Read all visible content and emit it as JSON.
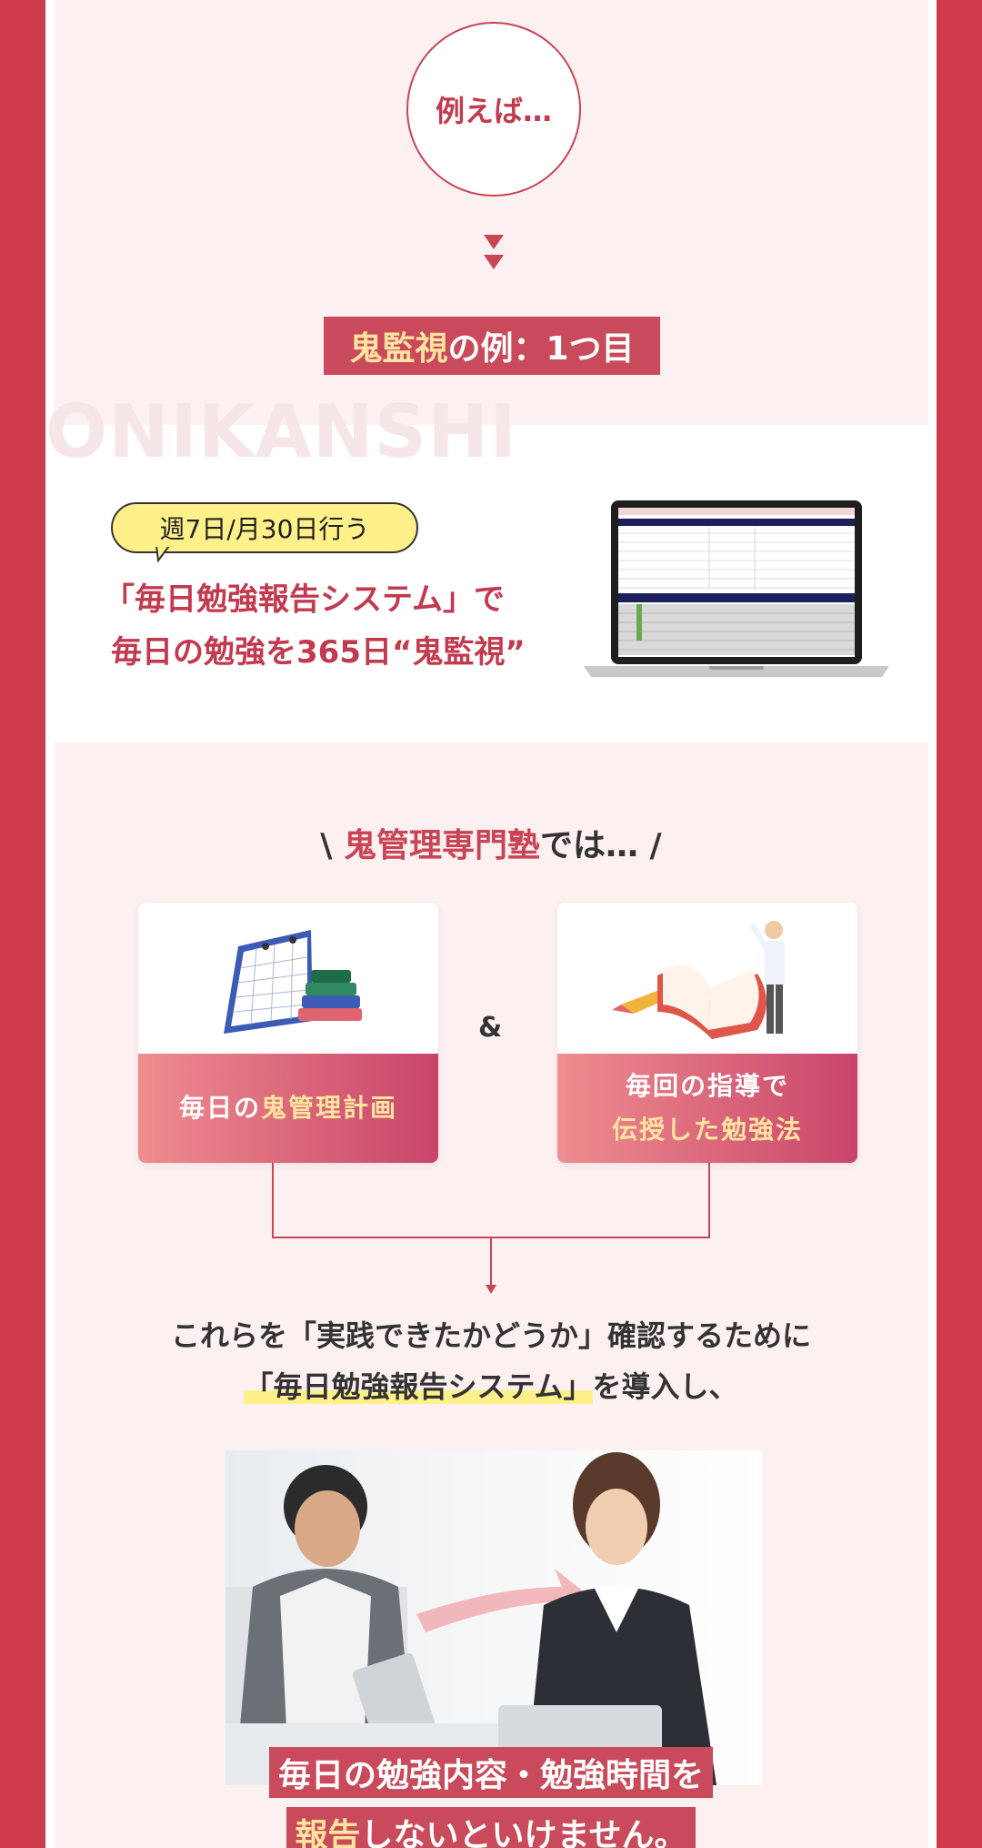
{
  "intro": {
    "circle_text": "例えば…"
  },
  "example": {
    "highlight": "鬼監視",
    "rest": "の例：1つ目"
  },
  "watermark": "ONIKANSHI",
  "feature": {
    "pill": "週7日/月30日行う",
    "headline_line1": "「毎日勉強報告システム」で",
    "headline_line2": "毎日の勉強を365日“鬼監視”"
  },
  "section": {
    "prefix": "\\ ",
    "highlight": "鬼管理専門塾",
    "rest": "では… /"
  },
  "cards": {
    "left": {
      "pre": "毎日の",
      "highlight": "鬼管理計画"
    },
    "right": {
      "line1": "毎回の指導で",
      "line2": "伝授した勉強法"
    },
    "amp": "&"
  },
  "body": {
    "line1": "これらを「実践できたかどうか」確認するために",
    "line2_marked": "「毎日勉強報告システム」",
    "line2_rest": "を導入し、"
  },
  "caption": {
    "line1": "毎日の勉強内容・勉強時間を",
    "line2_highlight": "報告",
    "line2_rest": "しないといけません。"
  },
  "colors": {
    "brand": "#cc3a4b",
    "accent": "#ffe4a0",
    "marker": "#fff08a",
    "band": "#fdf0f1"
  }
}
